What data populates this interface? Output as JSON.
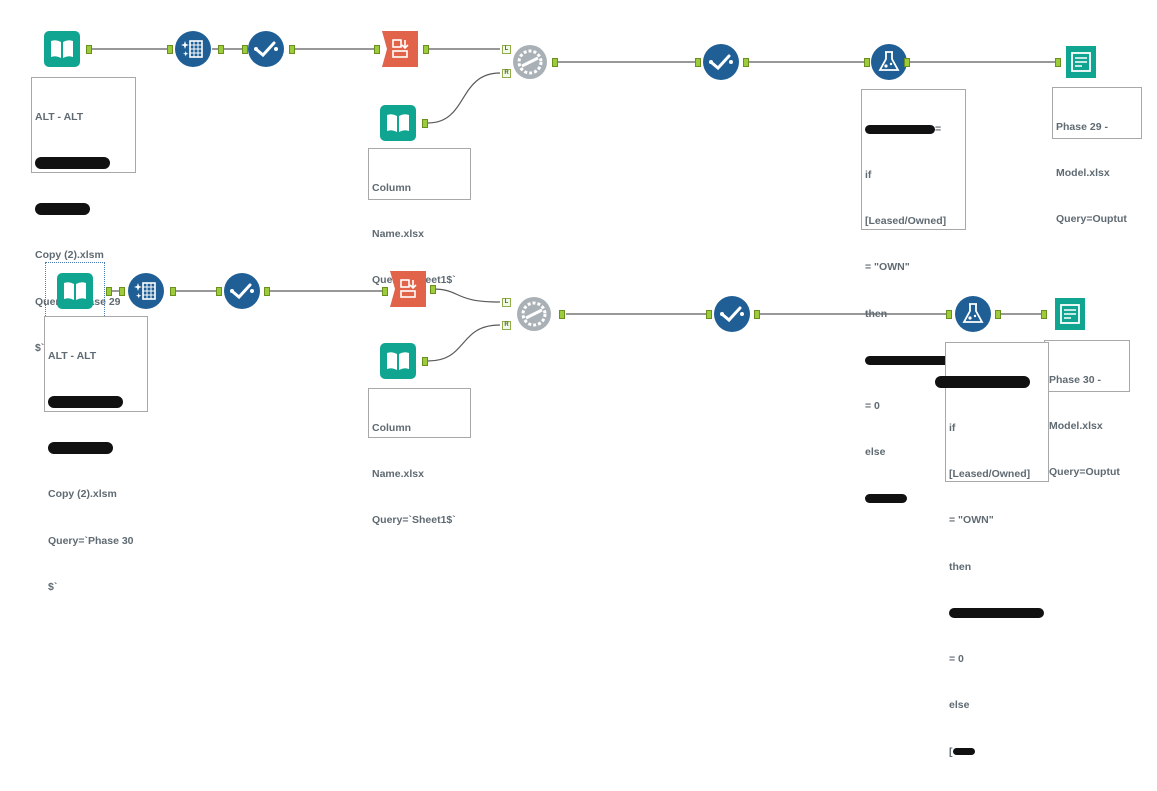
{
  "colors": {
    "input_teal": "#10a591",
    "output_teal": "#10a591",
    "prep_blue": "#1f5f96",
    "join_grey": "#a9b0b6",
    "sort_orange": "#e0634a",
    "wire": "#5a5a5a",
    "anchor_green": "#9ccc3a"
  },
  "workflow": {
    "row1": {
      "input_file": {
        "icon": "book-icon",
        "anno": [
          "ALT - ALT",
          "Copy (2).xlsm",
          "Query=`Phase 29",
          "$`"
        ]
      },
      "column_input": {
        "icon": "book-icon",
        "anno": [
          "Column",
          "Name.xlsx",
          "Query=`Sheet1$`"
        ]
      },
      "formula": {
        "icon": "flask-icon",
        "anno": [
          "= ",
          "if",
          "[Leased/Owned]",
          "= \"OWN\"",
          "then",
          "",
          "= 0",
          "else",
          ""
        ]
      },
      "output": {
        "icon": "output-file-icon",
        "anno": [
          "Phase 29 -",
          "Model.xlsx",
          "Query=Ouptut"
        ]
      },
      "join_labels": [
        "L",
        "R"
      ]
    },
    "row2": {
      "input_file": {
        "icon": "book-icon",
        "anno": [
          "ALT - ALT",
          "Copy (2).xlsm",
          "Query=`Phase 30",
          "$`"
        ]
      },
      "column_input": {
        "icon": "book-icon",
        "anno": [
          "Column",
          "Name.xlsx",
          "Query=`Sheet1$`"
        ]
      },
      "formula": {
        "icon": "flask-icon",
        "anno": [
          "",
          "if",
          "[Leased/Owned]",
          "= \"OWN\"",
          "then",
          "",
          "= 0",
          "else",
          "["
        ]
      },
      "output": {
        "icon": "output-file-icon",
        "anno": [
          "Phase 30 -",
          "Model.xlsx",
          "Query=Ouptut"
        ]
      },
      "join_labels": [
        "L",
        "R"
      ]
    }
  }
}
